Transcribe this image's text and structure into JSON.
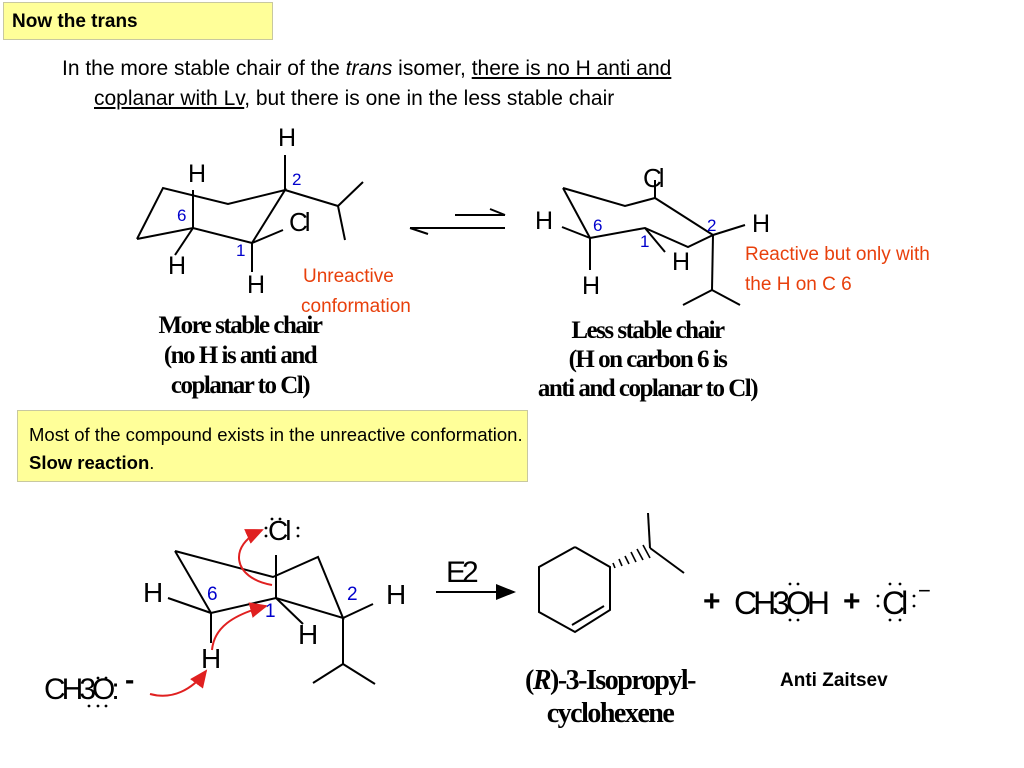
{
  "header": {
    "title": "Now the trans"
  },
  "intro": {
    "part1": "In the more stable chair of the ",
    "trans": "trans",
    "part2": " isomer, ",
    "underlined1": "there is no H anti and",
    "underlined2": "coplanar with Lv",
    "part3": ", but there is one in the less stable chair"
  },
  "left_chair": {
    "h_top": "H",
    "h_c6": "H",
    "h_c1_axial": "H",
    "h_left": "H",
    "cl": "Cl",
    "num2": "2",
    "num6": "6",
    "num1": "1",
    "unreactive_line1": "Unreactive",
    "unreactive_line2": "conformation",
    "caption_line1": "More stable chair",
    "caption_line2": "(no H is anti and",
    "caption_line3": "coplanar to Cl)"
  },
  "right_chair": {
    "cl": "Cl",
    "h_left": "H",
    "h_right": "H",
    "h_mid": "H",
    "h_bottom": "H",
    "num6": "6",
    "num2": "2",
    "num1": "1",
    "reactive_line1": "Reactive but only with",
    "reactive_line2": "the H on C 6",
    "caption_line1": "Less stable chair",
    "caption_line2": "(H on carbon 6 is",
    "caption_line3": "anti and coplanar to Cl)"
  },
  "note": {
    "text": "Most of the compound exists in the unreactive conformation.  ",
    "bold": "Slow reaction",
    "end": "."
  },
  "reaction": {
    "cl": "Cl",
    "h_left": "H",
    "h_right": "H",
    "h_mid": "H",
    "h_bottom": "H",
    "num6": "6",
    "num2": "2",
    "num1": "1",
    "base": "CH3O:",
    "base_charge": "-",
    "e2": "E2",
    "product_r": "R",
    "product_line1": "-3-Isopropyl-",
    "product_line2": "cyclohexene",
    "byproduct_plus1": "+",
    "methanol": "CH3OH",
    "byproduct_plus2": "+",
    "chloride": "Cl",
    "chloride_charge": "−",
    "anti_zaitsev": "Anti Zaitsev"
  },
  "colors": {
    "highlight": "#ffff99",
    "blue_label": "#0000cc",
    "red_text": "#e8400c",
    "arrow_red": "#e02020"
  }
}
